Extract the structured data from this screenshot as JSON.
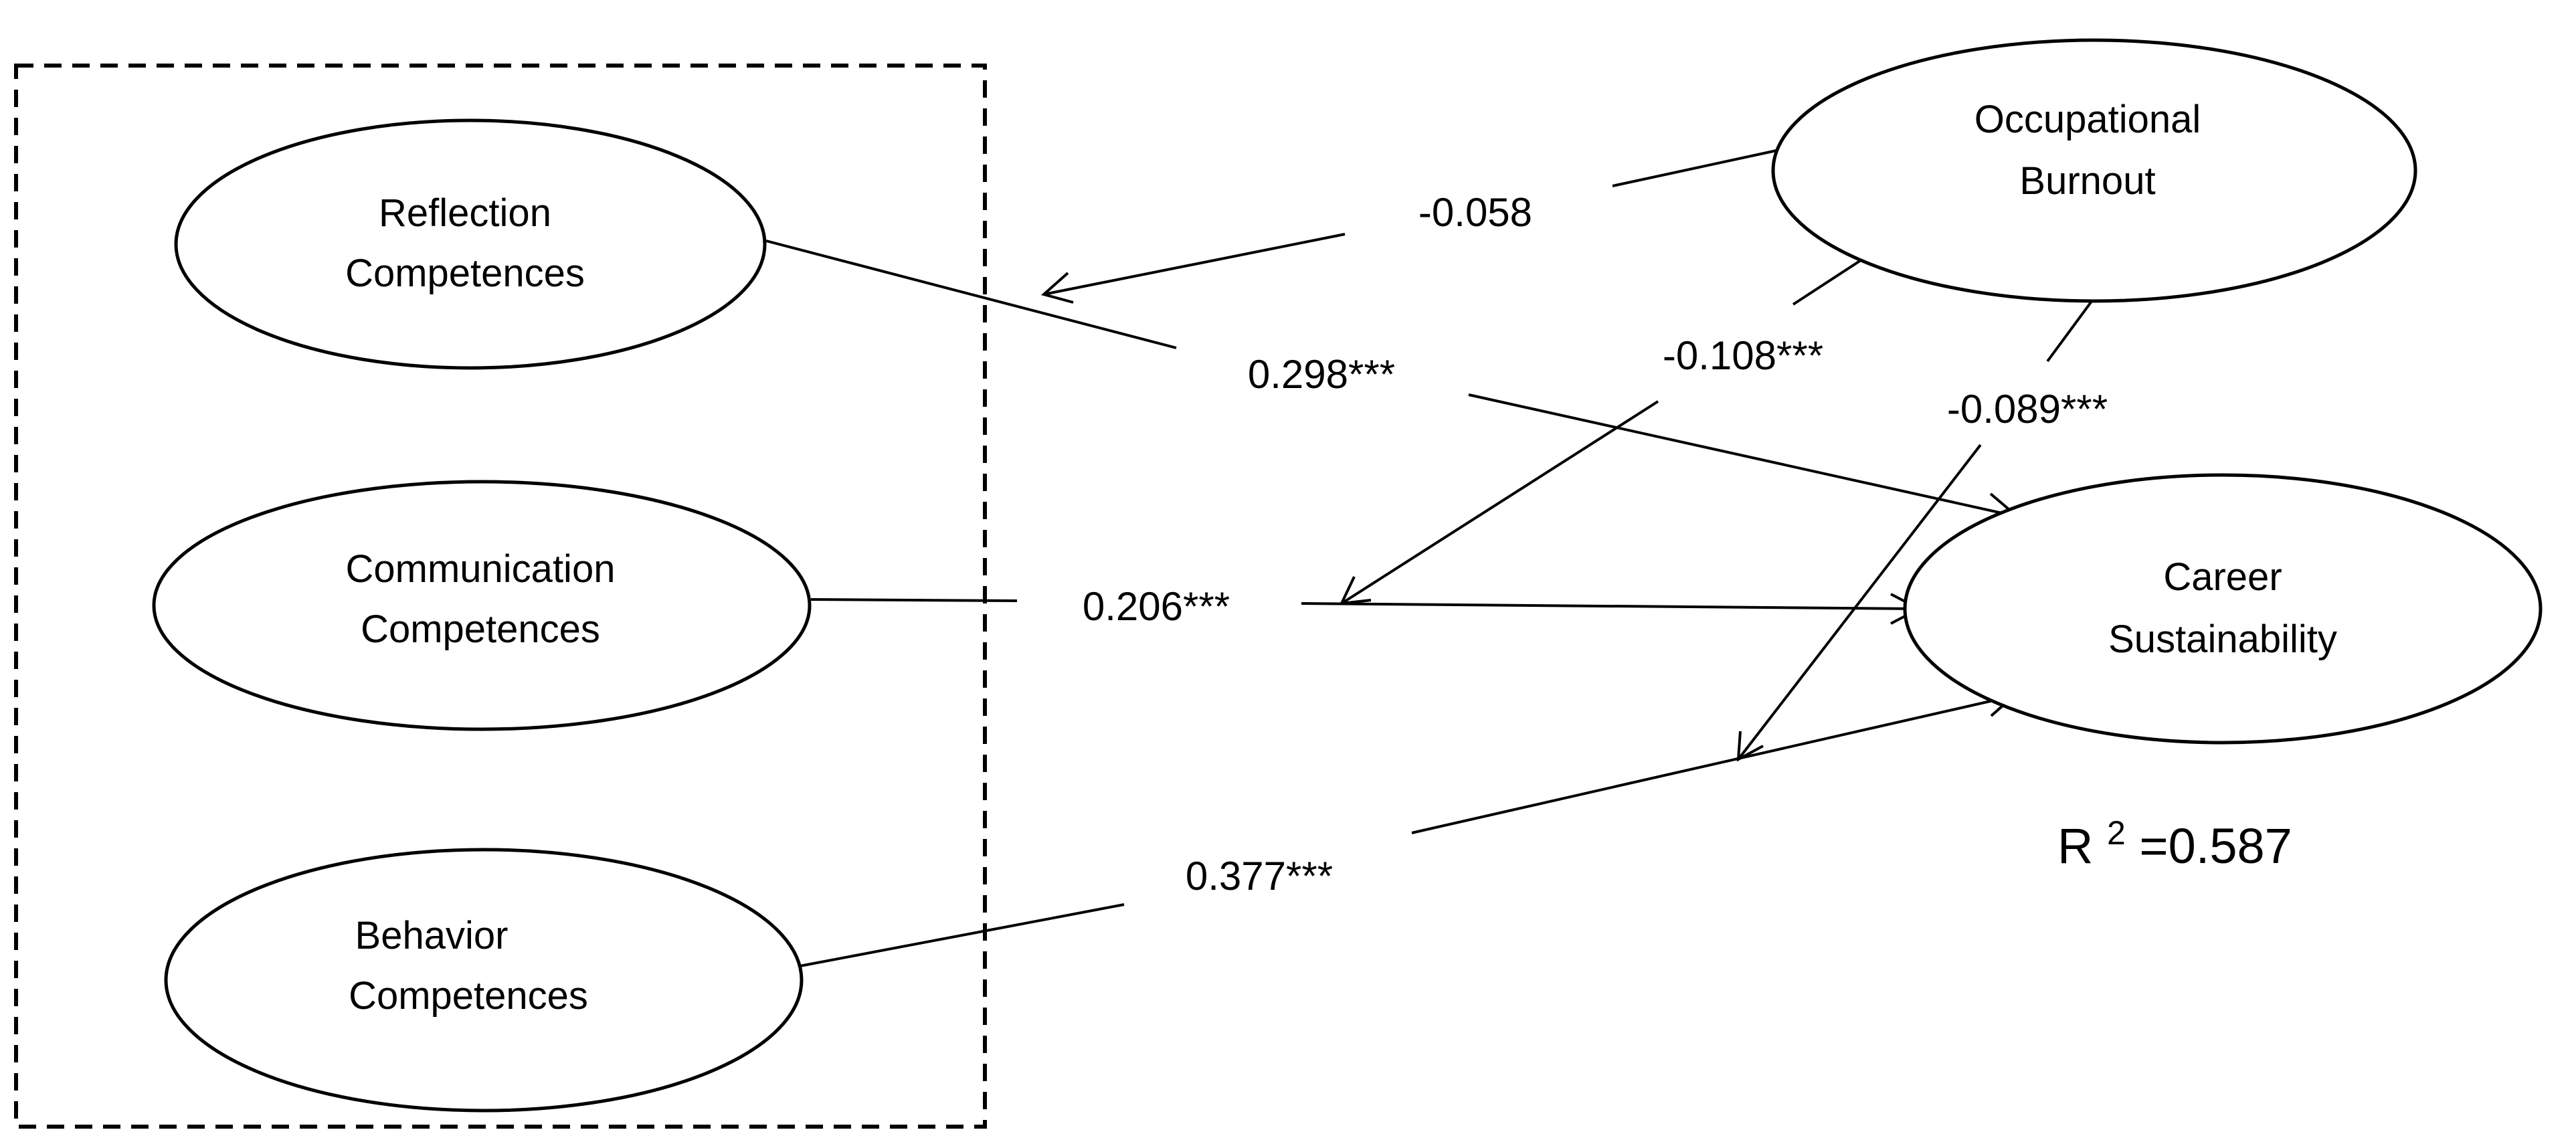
{
  "nodes": {
    "reflection": {
      "line1": "Reflection",
      "line2": "Competences"
    },
    "communication": {
      "line1": "Communication",
      "line2": "Competences"
    },
    "behavior": {
      "line1": "Behavior",
      "line2": "Competences"
    },
    "burnout": {
      "line1": "Occupational",
      "line2": "Burnout"
    },
    "career": {
      "line1": "Career",
      "line2": "Sustainability"
    }
  },
  "paths": {
    "reflection_to_career": "0.298***",
    "communication_to_career": "0.206***",
    "behavior_to_career": "0.377***",
    "burnout_to_reflection": "-0.058",
    "burnout_to_communication": "-0.108***",
    "burnout_to_behavior": "-0.089***"
  },
  "r_squared": {
    "prefix": "R",
    "superscript": "2",
    "value": "=0.587"
  }
}
